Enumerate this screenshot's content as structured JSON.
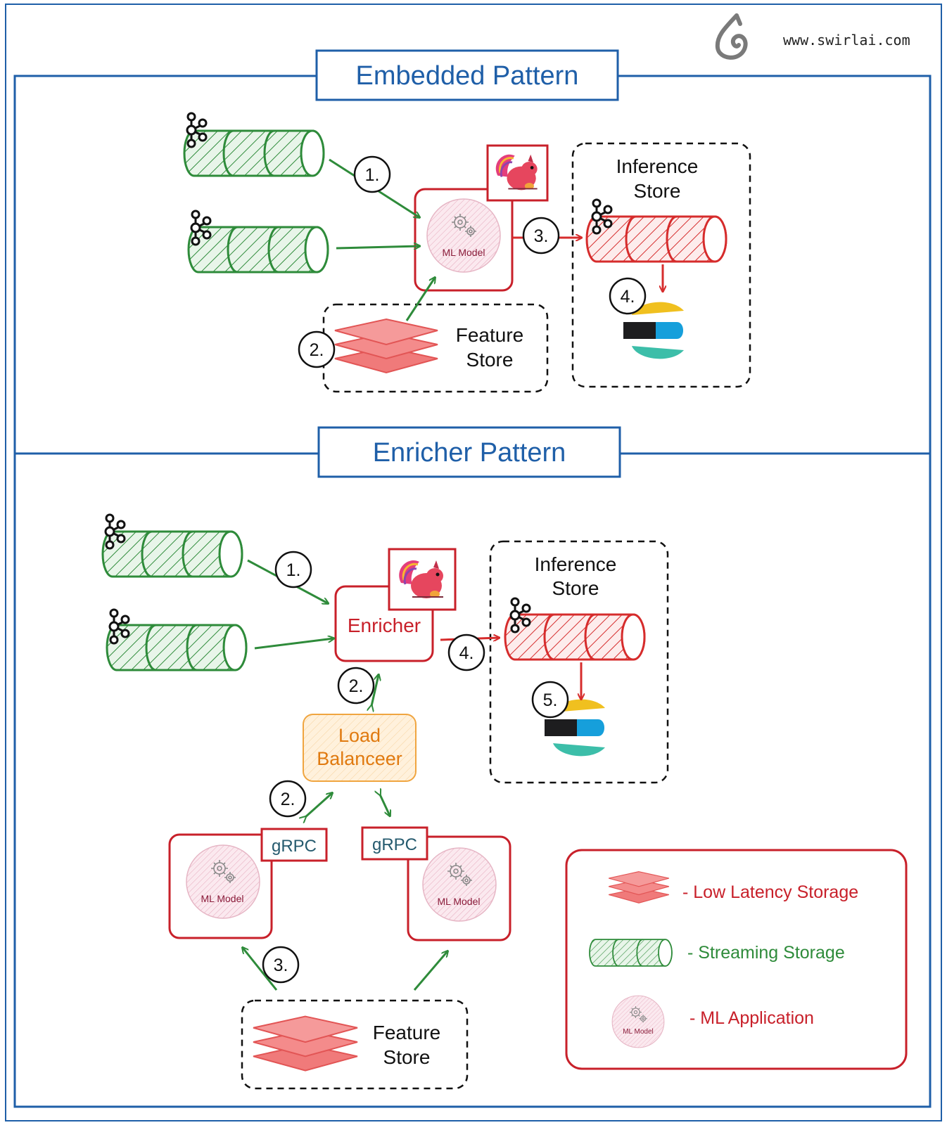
{
  "brand": {
    "url": "www.swirlai.com",
    "logo_icon": "swirl-logo-icon"
  },
  "embedded": {
    "title": "Embedded Pattern",
    "model_label": "ML Model",
    "inference_store": [
      "Inference",
      "Store"
    ],
    "feature_store": [
      "Feature",
      "Store"
    ],
    "steps": [
      "1.",
      "2.",
      "3.",
      "4."
    ]
  },
  "enricher": {
    "title": "Enricher Pattern",
    "enricher_label": "Enricher",
    "load_balancer": [
      "Load",
      "Balanceer"
    ],
    "grpc_label": "gRPC",
    "model_label": "ML Model",
    "inference_store": [
      "Inference",
      "Store"
    ],
    "feature_store": [
      "Feature",
      "Store"
    ],
    "steps": [
      "1.",
      "2.",
      "2.",
      "3.",
      "4.",
      "5."
    ]
  },
  "legend": {
    "low_latency": "- Low Latency Storage",
    "streaming": "- Streaming Storage",
    "ml_app": "- ML Application",
    "model_label": "ML Model"
  },
  "colors": {
    "frame": "#1f5fa8",
    "stream": "#2e8b3a",
    "inference": "#d62c2c",
    "feature": "#f07a7a",
    "model": "#c8202a",
    "balancer": "#f0a540"
  },
  "icons": [
    "kafka-icon",
    "flink-squirrel-icon",
    "gear-icon",
    "elasticsearch-icon",
    "grpc-icon"
  ]
}
